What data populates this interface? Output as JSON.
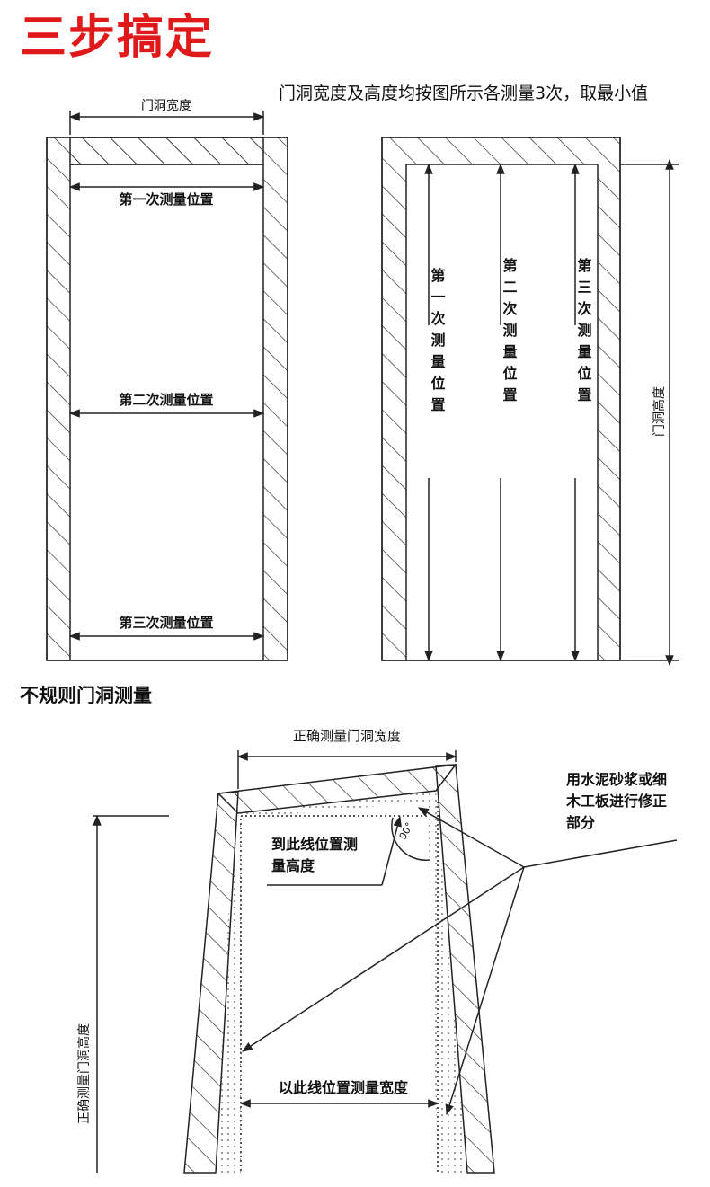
{
  "header": {
    "title": "三步搞定",
    "title_color": "#e0191b",
    "intro": "门洞宽度及高度均按图所示各测量3次，取最小值"
  },
  "width_diagram": {
    "dimension_label": "门洞宽度",
    "positions": [
      "第一次测量位置",
      "第二次测量位置",
      "第三次测量位置"
    ]
  },
  "height_diagram": {
    "dimension_label": "门洞高度",
    "positions": [
      "第一次测量位置",
      "第二次测量位置",
      "第三次测量位置"
    ]
  },
  "irregular": {
    "section_title": "不规则门洞测量",
    "correct_width_label": "正确测量门洞宽度",
    "correct_height_label": "正确测量门洞高度",
    "height_line_note": "到此线位置测量高度",
    "repair_note": "用水泥砂浆或细木工板进行修正部分",
    "width_line_note": "以此线位置测量宽度",
    "angle_label": "90°"
  },
  "colors": {
    "line": "#222222",
    "title_red": "#e0191b"
  }
}
